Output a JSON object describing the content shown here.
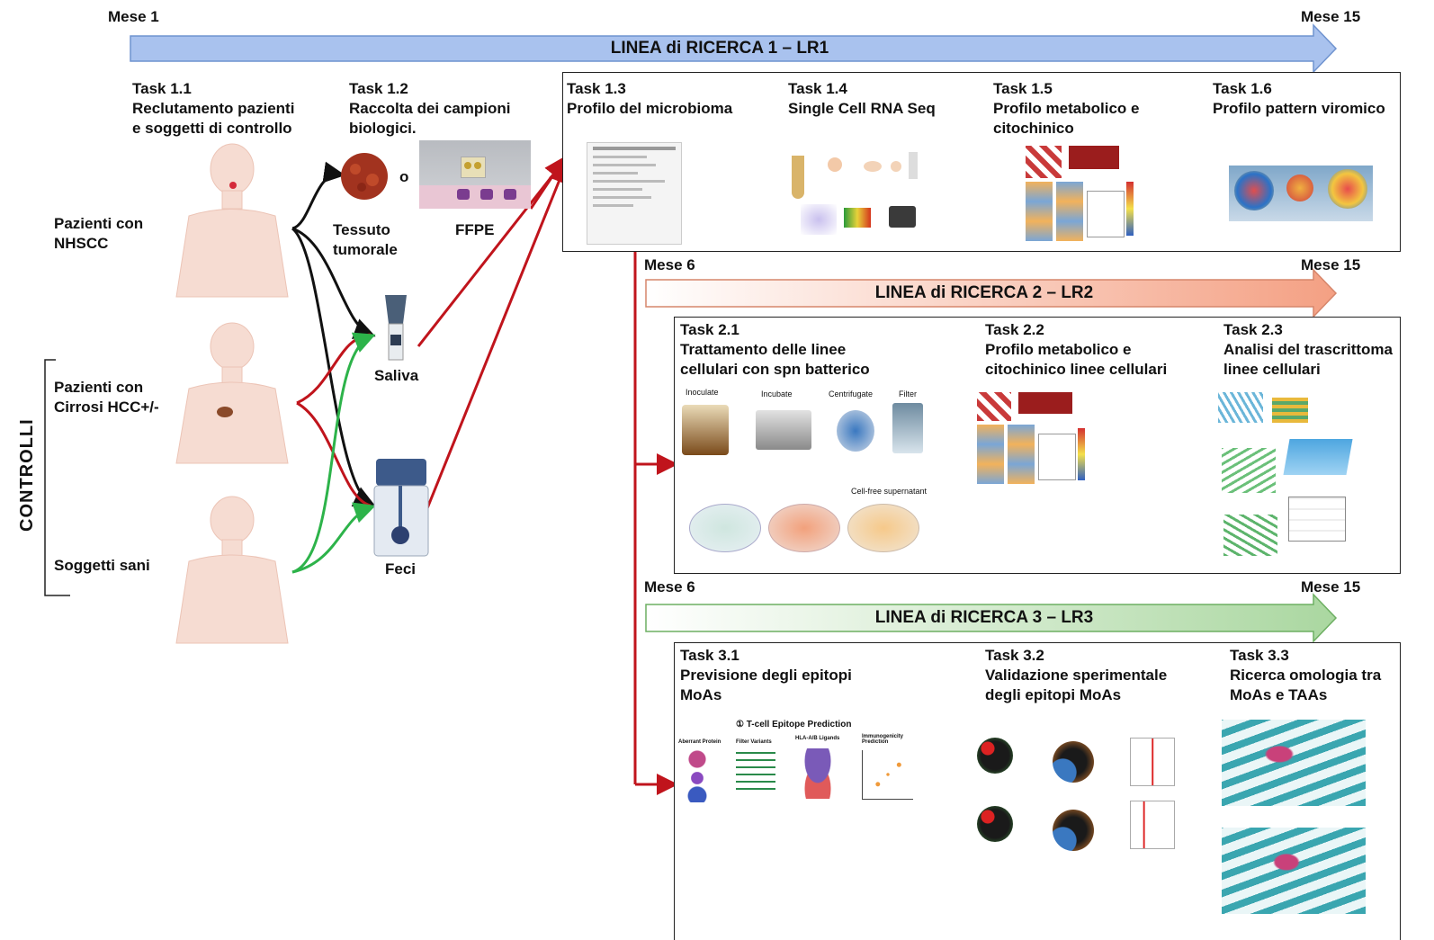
{
  "timeline": {
    "lr1": {
      "start": "Mese 1",
      "end": "Mese 15",
      "title": "LINEA di RICERCA 1 – LR1",
      "color": "#b9cdf0"
    },
    "lr2": {
      "start": "Mese 6",
      "end": "Mese 15",
      "title": "LINEA di RICERCA 2 – LR2",
      "color": "#f6b19a"
    },
    "lr3": {
      "start": "Mese 6",
      "end": "Mese 15",
      "title": "LINEA di RICERCA 3 – LR3",
      "color": "#bfe1b7"
    }
  },
  "left": {
    "task11": "Task 1.1\nReclutamento pazienti\ne soggetti di controllo",
    "task12": "Task 1.2\nRaccolta dei  campioni\nbiologici.",
    "group1": "Pazienti con\nNHSCC",
    "group2": "Pazienti con\nCirrosi HCC+/-",
    "group3": "Soggetti sani",
    "controlli": "CONTROLLI",
    "o": "o",
    "tissue": "Tessuto\ntumorale",
    "ffpe": "FFPE",
    "saliva": "Saliva",
    "feci": "Feci"
  },
  "lr1_tasks": [
    "Task 1.3\nProfilo del microbioma",
    "Task 1.4\nSingle Cell RNA Seq",
    "Task 1.5\nProfilo metabolico e\ncitochinico",
    "Task 1.6\nProfilo pattern viromico"
  ],
  "lr2_tasks": [
    "Task 2.1\nTrattamento delle linee\ncellulari con spn batterico",
    "Task 2.2\nProfilo metabolico e\ncitochinico linee cellulari",
    "Task 2.3\nAnalisi del trascrittoma\nlinee cellulari"
  ],
  "lr2_steps": [
    "Inoculate",
    "Incubate",
    "Centrifugate",
    "Filter",
    "Cell-free supernatant"
  ],
  "lr3_tasks": [
    "Task 3.1\nPrevisione degli epitopi\nMoAs",
    "Task 3.2\nValidazione sperimentale\ndegli epitopi MoAs",
    "Task 3.3\nRicerca omologia tra\nMoAs e TAAs"
  ],
  "lr3_labels": {
    "epitope_title": "① T-cell Epitope Prediction",
    "aberrant": "Aberrant Protein",
    "filter": "Filter Variants",
    "hla": "HLA-A/B Ligands",
    "immuno": "Immunogenicity Prediction"
  },
  "colors": {
    "green": "#2db34a",
    "red": "#c0141c",
    "black": "#111111"
  }
}
